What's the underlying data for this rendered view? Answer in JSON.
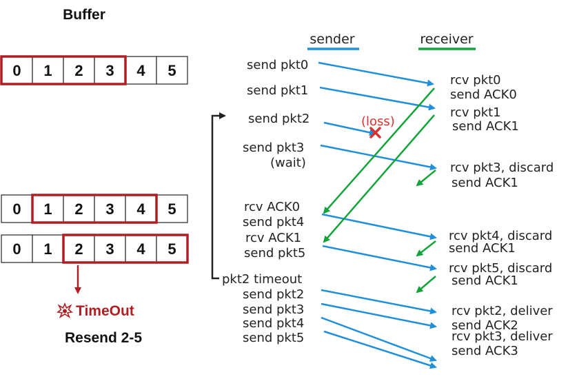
{
  "colors": {
    "accent_red": "#b01e23",
    "data_arrow_blue": "#1f8fdc",
    "ack_arrow_green": "#12a43a",
    "loss_red": "#d93030",
    "text_dark": "#222222",
    "cell_border": "#222222"
  },
  "buffer": {
    "title": "Buffer",
    "rows": [
      {
        "cells": [
          "0",
          "1",
          "2",
          "3",
          "4",
          "5"
        ],
        "window_start": 0,
        "window_end": 3
      },
      {
        "cells": [
          "0",
          "1",
          "2",
          "3",
          "4",
          "5"
        ],
        "window_start": 1,
        "window_end": 4
      },
      {
        "cells": [
          "0",
          "1",
          "2",
          "3",
          "4",
          "5"
        ],
        "window_start": 2,
        "window_end": 5
      }
    ],
    "timeout_icon": "explosion-icon",
    "timeout_label": "TimeOut",
    "resend_label": "Resend 2-5"
  },
  "timeline": {
    "sender_header": "sender",
    "receiver_header": "receiver",
    "loss_label": "(loss)",
    "sender_events": [
      "send pkt0",
      "send pkt1",
      "send pkt2",
      "send pkt3",
      "(wait)",
      "rcv ACK0",
      "send pkt4",
      "rcv ACK1",
      "send pkt5",
      "pkt2 timeout",
      "send pkt2",
      "send pkt3",
      "send pkt4",
      "send pkt5"
    ],
    "receiver_events": [
      "rcv pkt0",
      "send ACK0",
      "rcv pkt1",
      "send ACK1",
      "rcv pkt3, discard",
      "send ACK1",
      "rcv pkt4, discard",
      "send ACK1",
      "rcv pkt5, discard",
      "send ACK1",
      "rcv pkt2, deliver",
      "send ACK2",
      "rcv pkt3, deliver",
      "send ACK3"
    ]
  }
}
